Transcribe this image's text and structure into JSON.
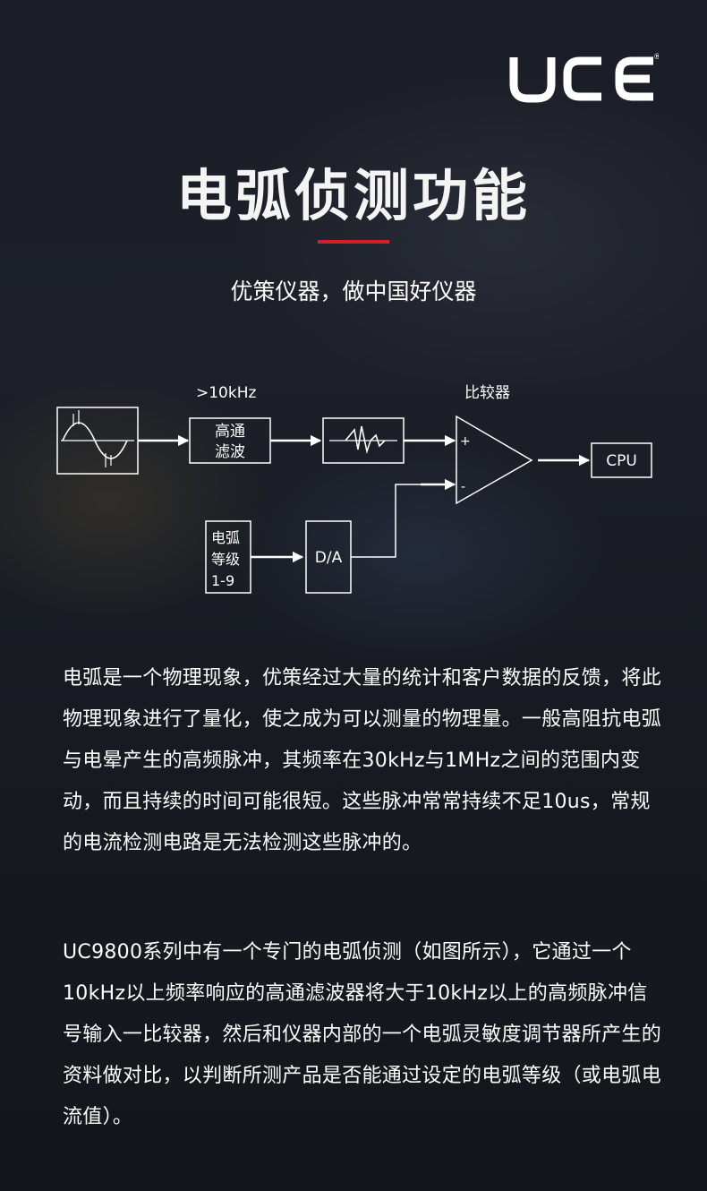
{
  "logo": {
    "text": "UCE",
    "registered_mark": "®"
  },
  "header": {
    "title": "电弧侦测功能",
    "subtitle": "优策仪器，做中国好仪器",
    "accent_color": "#d0202a"
  },
  "diagram": {
    "freq_label": ">10kHz",
    "comparator_label": "比较器",
    "highpass_line1": "高通",
    "highpass_line2": "滤波",
    "plus_sign": "+",
    "minus_sign": "-",
    "cpu_label": "CPU",
    "arc_level_line1": "电弧",
    "arc_level_line2": "等级",
    "arc_level_line3": "1-9",
    "da_label": "D/A"
  },
  "body": {
    "paragraph1": "电弧是一个物理现象，优策经过大量的统计和客户数据的反馈，将此物理现象进行了量化，使之成为可以测量的物理量。一般高阻抗电弧与电晕产生的高频脉冲，其频率在30kHz与1MHz之间的范围内变动，而且持续的时间可能很短。这些脉冲常常持续不足10us，常规的电流检测电路是无法检测这些脉冲的。",
    "paragraph2": "UC9800系列中有一个专门的电弧侦测（如图所示），它通过一个10kHz以上频率响应的高通滤波器将大于10kHz以上的高频脉冲信号输入一比较器，然后和仪器内部的一个电弧灵敏度调节器所产生的资料做对比，以判断所测产品是否能通过设定的电弧等级（或电弧电流值）。"
  }
}
